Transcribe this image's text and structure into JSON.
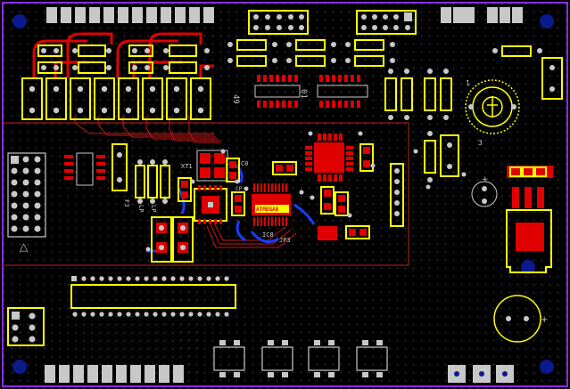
{
  "board": {
    "colors": {
      "background": "#000000",
      "grid_dot": "#3a3a3a",
      "outline": "#8a2be2",
      "silkscreen": "#ffff00",
      "top_copper": "#e00000",
      "bottom_copper": "#1a3cff",
      "pad": "#c8c8c8",
      "mount_hole": "#0a1a8c",
      "inner_outline": "#9b1b1b"
    },
    "labels": {
      "xt1": "XT1",
      "c0": "C0",
      "cp": "CP",
      "ic8": "IC8",
      "jp3": "JP3",
      "ic_label": "ATMEGA8",
      "rot_49": "49",
      "rot_01": "01",
      "tor_a": "1",
      "tor_b": "3",
      "lp_a": "F3",
      "lp_b": "LP",
      "lp_c": "LP",
      "plus1": "+",
      "plus2": "+",
      "tri": "△"
    }
  }
}
